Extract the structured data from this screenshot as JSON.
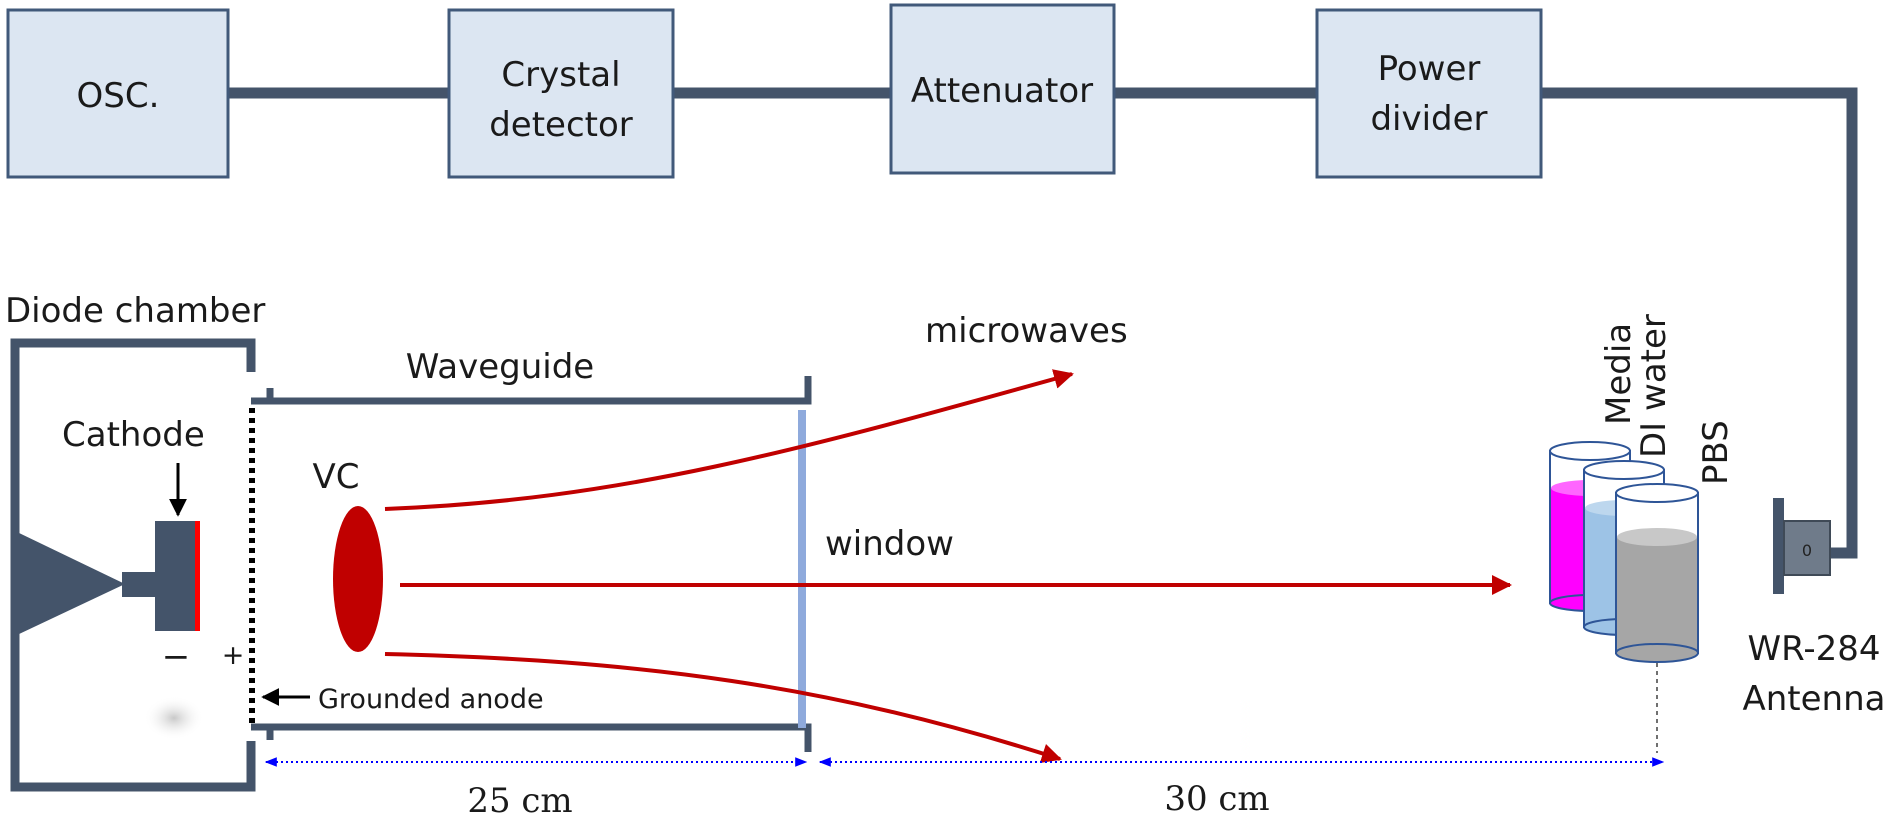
{
  "boxes": {
    "osc": "OSC.",
    "crystal_1": "Crystal",
    "crystal_2": "detector",
    "attenuator": "Attenuator",
    "power_1": "Power",
    "power_2": "divider"
  },
  "labels": {
    "diode_chamber": "Diode chamber",
    "waveguide": "Waveguide",
    "cathode": "Cathode",
    "vc": "VC",
    "minus": "−",
    "plus": "+",
    "grounded_anode": "Grounded anode",
    "microwaves": "microwaves",
    "window": "window",
    "media": "Media",
    "di_water": "DI water",
    "pbs": "PBS",
    "antenna_digit": "0",
    "antenna_1": "WR-284",
    "antenna_2": "Antenna",
    "dim_25": "25 cm",
    "dim_30": "30 cm"
  },
  "colors": {
    "box_fill": "#dce6f2",
    "box_stroke": "#41597a",
    "line": "#44546a",
    "beam": "#c00000",
    "window": "#8faadc",
    "media_liquid": "#ff00ff",
    "water_liquid": "#9dc3e6",
    "pbs_liquid": "#a6a6a6",
    "dimension": "#0000ff"
  }
}
